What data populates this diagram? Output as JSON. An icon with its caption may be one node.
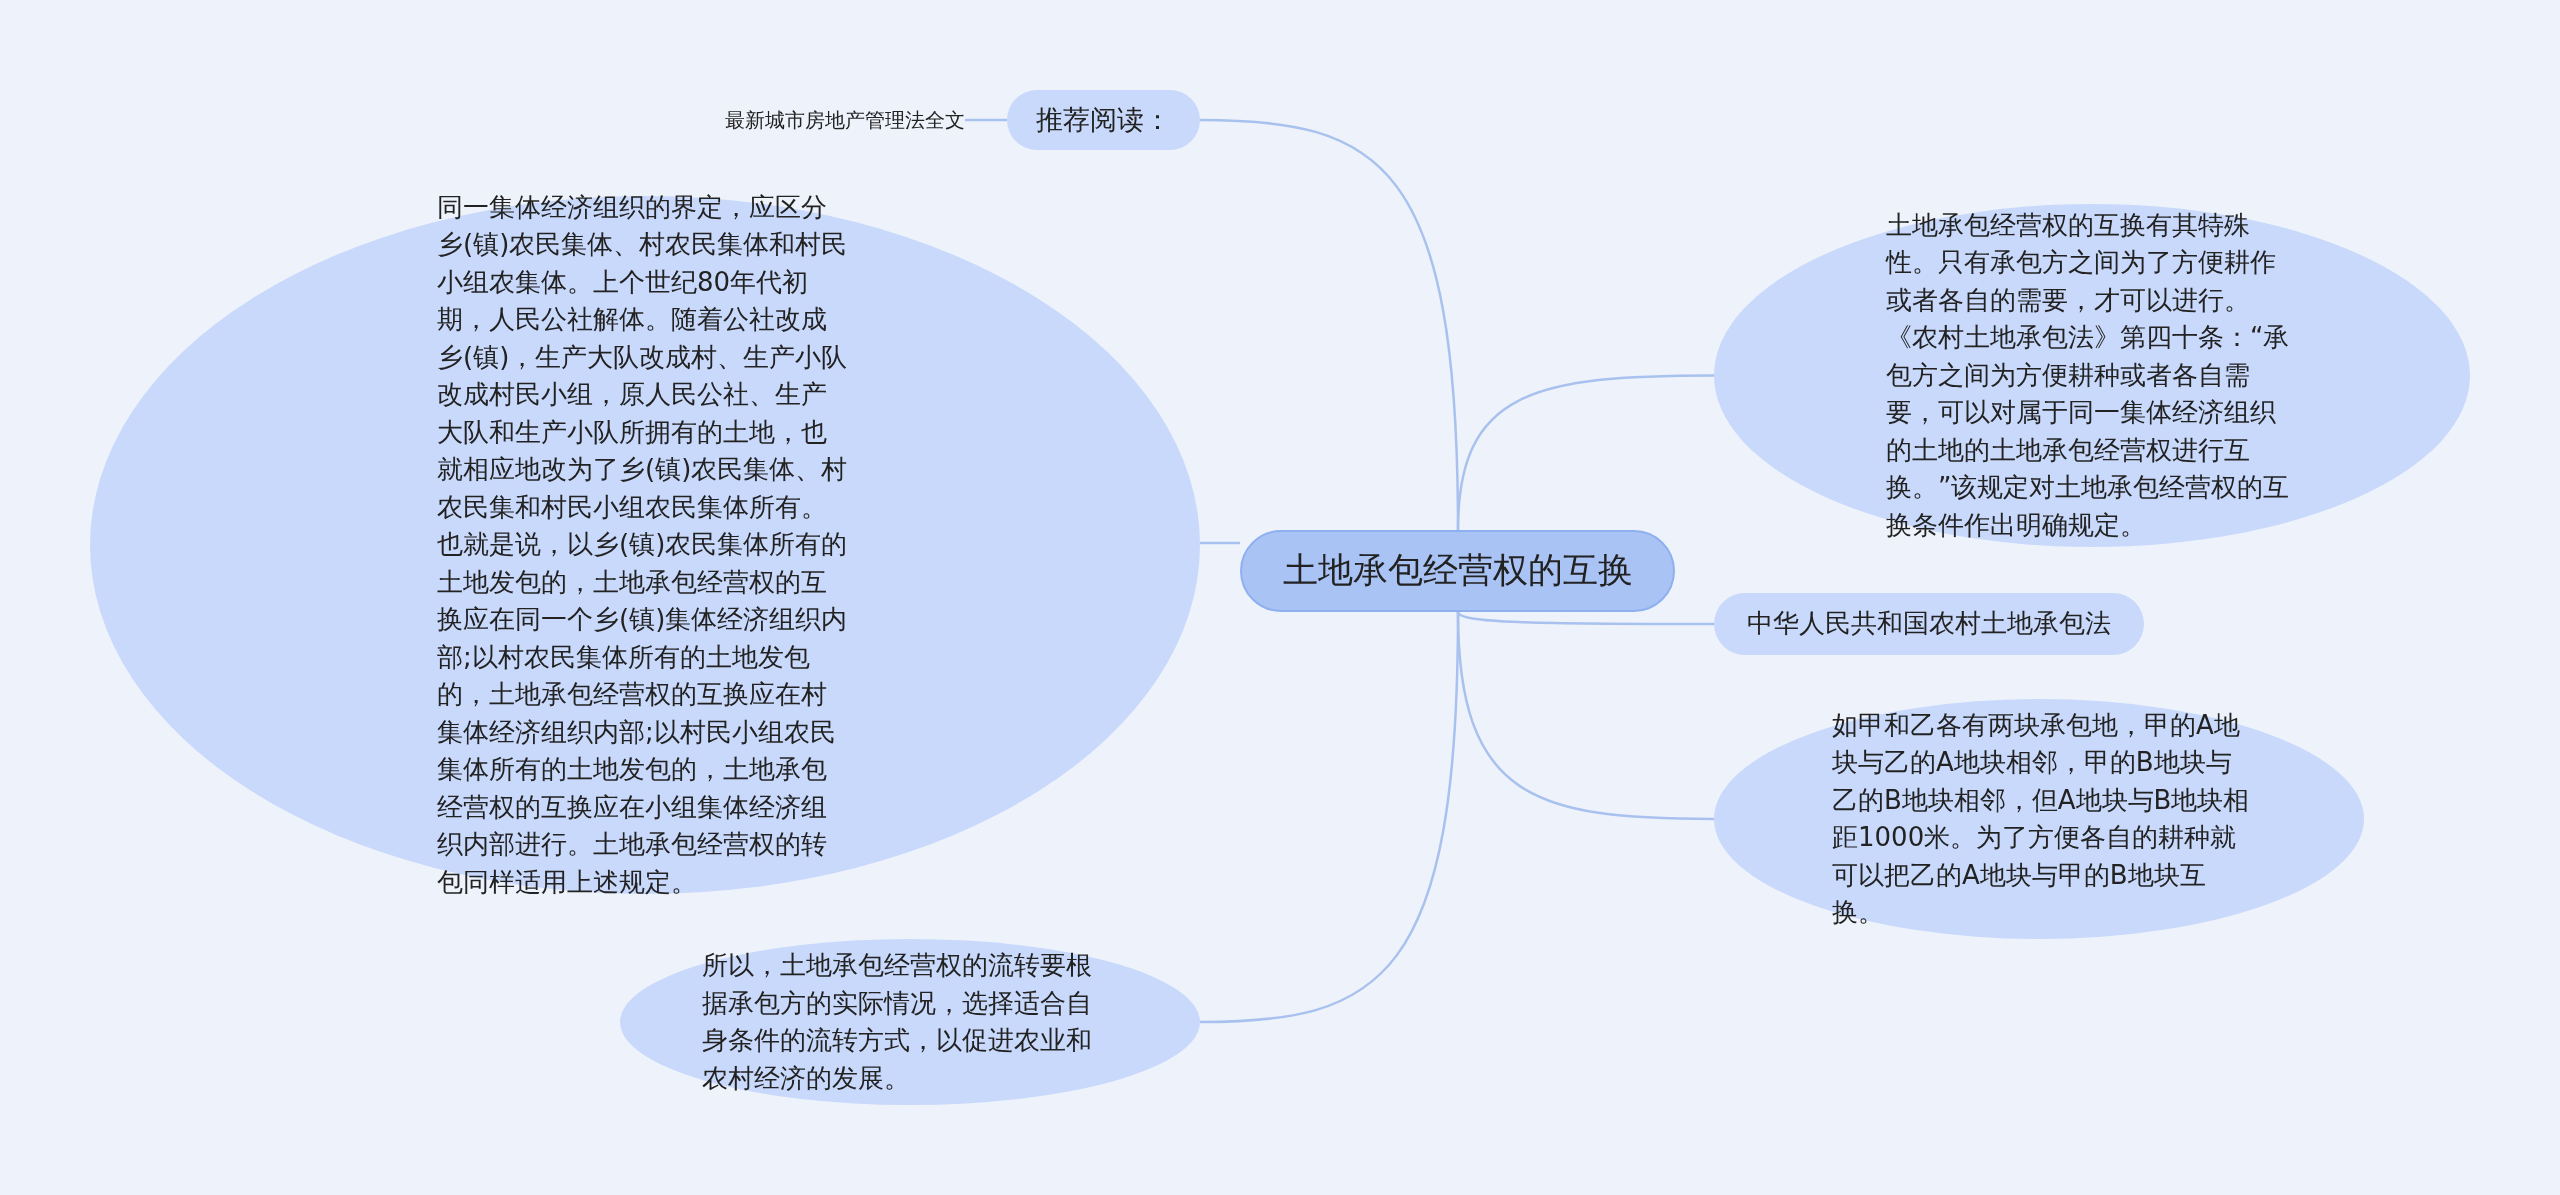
{
  "diagram": {
    "nodes": [
      {
        "text": [
          "土地承包经营权的互换"
        ]
      },
      {
        "text": [
          "推荐阅读："
        ]
      },
      {
        "text": [
          "最新城市房地产管理法全文"
        ]
      },
      {
        "text": [
          "同一集体经济组织的界定，应区分乡(镇)农民集体、村农民集体和村民小组农集体。上个世纪80年代初期，人民公社解体。随着公社改成乡(镇)，生产大队改成村、生产小队改成村民小组，原人民公社、生产大队和生产小队所拥有的土地，也就相应地改为了乡(镇)农民集体、村农民集和村民小组农民集体所有。也就是说，以乡(镇)农民集体所有的土地发包的，土地承包经营权的互换应在同一个乡(镇)集体经济组织内部;以村农民集体所有的土地发包的，土地承包经营权的互换应在村集体经济组织内部;以村民小组农民集体所有的土地发包的，土地承包经营权的互换应在小组集体经济组织内部进行。土地承包经营权的转包同样适用上述规定。"
        ]
      },
      {
        "text": [
          "土地承包经营权的互换有其特殊性。只有承包方之间为了方便耕作或者各自的需要，才可以进行。《农村土地承包法》第四十条：“承包方之间为方便耕种或者各自需要，可以对属于同一集体经济组织的土地的土地承包经营权进行互换。”该规定对土地承包经营权的互换条件作出明确规定。"
        ]
      },
      {
        "text": [
          "中华人民共和国农村土地承包法"
        ]
      },
      {
        "text": [
          "如甲和乙各有两块承包地，甲的A地块与乙的A地块相邻，甲的B地块与乙的B地块相邻，但A地块与B地块相距1000米。为了方便各自的耕种就可以把乙的A地块与甲的B地块互换。"
        ]
      },
      {
        "text": [
          "所以，土地承包经营权的流转要根据承包方的实际情况，选择适合自身条件的流转方式，以促进农业和农村经济的发展。"
        ]
      }
    ],
    "edges": [
      {
        "from": 0,
        "to": 1,
        "arrow": "none"
      },
      {
        "from": 1,
        "to": 2,
        "arrow": "none"
      },
      {
        "from": 0,
        "to": 3,
        "arrow": "none"
      },
      {
        "from": 0,
        "to": 4,
        "arrow": "none"
      },
      {
        "from": 0,
        "to": 5,
        "arrow": "none"
      },
      {
        "from": 0,
        "to": 6,
        "arrow": "none"
      },
      {
        "from": 0,
        "to": 7,
        "arrow": "none"
      }
    ]
  }
}
